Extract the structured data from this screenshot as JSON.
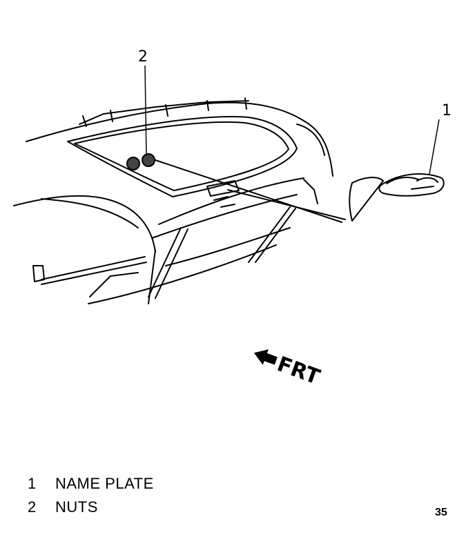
{
  "diagram": {
    "callouts": [
      {
        "number": "1",
        "target": "name-plate"
      },
      {
        "number": "2",
        "target": "nuts"
      }
    ],
    "direction_label": "FRT",
    "legend": [
      {
        "number": "1",
        "label": "NAME PLATE"
      },
      {
        "number": "2",
        "label": "NUTS"
      }
    ],
    "figure_code": "35"
  }
}
